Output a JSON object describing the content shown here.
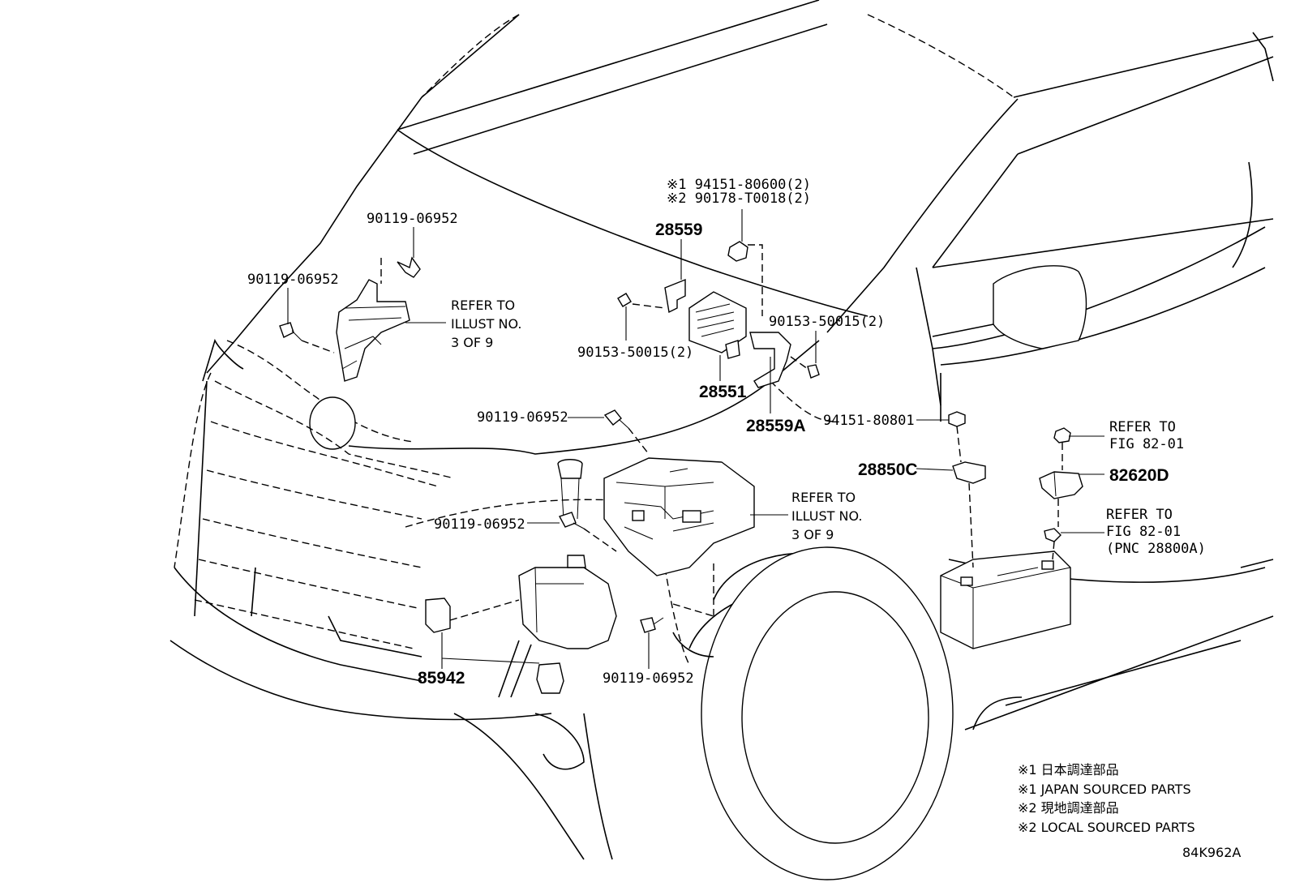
{
  "parts": {
    "bolt_top_left": "90119-06952",
    "bolt_left": "90119-06952",
    "refer_upper_1": "REFER TO",
    "refer_upper_2": "ILLUST NO.",
    "refer_upper_3": "3 OF 9",
    "note1_line": "※1 94151-80600(2)",
    "note2_line": "※2 90178-T0018(2)",
    "p28559": "28559",
    "screw_left": "90153-50015(2)",
    "screw_right": "90153-50015(2)",
    "p28551": "28551",
    "p28559A": "28559A",
    "bolt_mid": "90119-06952",
    "nut_94151": "94151-80801",
    "p28850C": "28850C",
    "refer_fig_1a": "REFER TO",
    "refer_fig_1b": "FIG 82-01",
    "p82620D": "82620D",
    "refer_fig_2a": "REFER TO",
    "refer_fig_2b": "FIG 82-01",
    "refer_fig_2c": "(PNC 28800A)",
    "bolt_box": "90119-06952",
    "refer_lower_1": "REFER TO",
    "refer_lower_2": "ILLUST NO.",
    "refer_lower_3": "3 OF 9",
    "p85942": "85942",
    "bolt_bottom": "90119-06952"
  },
  "legend": {
    "line1": "※1 日本調達部品",
    "line2": "※1 JAPAN SOURCED PARTS",
    "line3": "※2 現地調達部品",
    "line4": "※2 LOCAL SOURCED PARTS"
  },
  "figure_id": "84K962A"
}
